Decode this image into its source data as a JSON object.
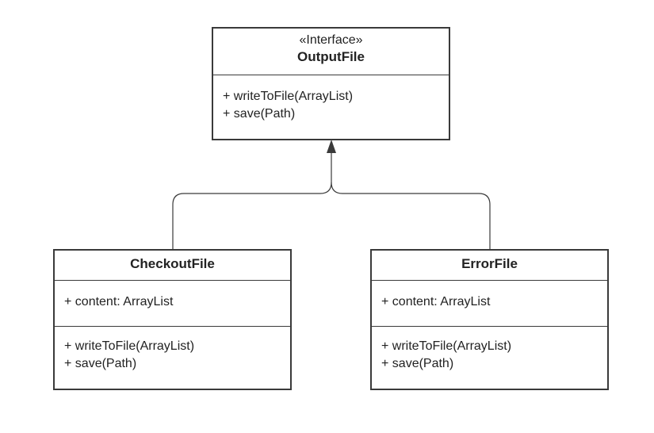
{
  "interface": {
    "stereotype": "«Interface»",
    "name": "OutputFile",
    "methods": [
      "+ writeToFile(ArrayList)",
      "+ save(Path)"
    ]
  },
  "classes": [
    {
      "name": "CheckoutFile",
      "attributes": [
        "+ content: ArrayList"
      ],
      "methods": [
        "+ writeToFile(ArrayList)",
        "+ save(Path)"
      ]
    },
    {
      "name": "ErrorFile",
      "attributes": [
        "+ content: ArrayList"
      ],
      "methods": [
        "+ writeToFile(ArrayList)",
        "+ save(Path)"
      ]
    }
  ],
  "relationships": [
    {
      "from": "CheckoutFile",
      "to": "OutputFile",
      "type": "realization"
    },
    {
      "from": "ErrorFile",
      "to": "OutputFile",
      "type": "realization"
    }
  ],
  "colors": {
    "line": "#3a3a3a",
    "text": "#222222",
    "background": "#ffffff"
  }
}
